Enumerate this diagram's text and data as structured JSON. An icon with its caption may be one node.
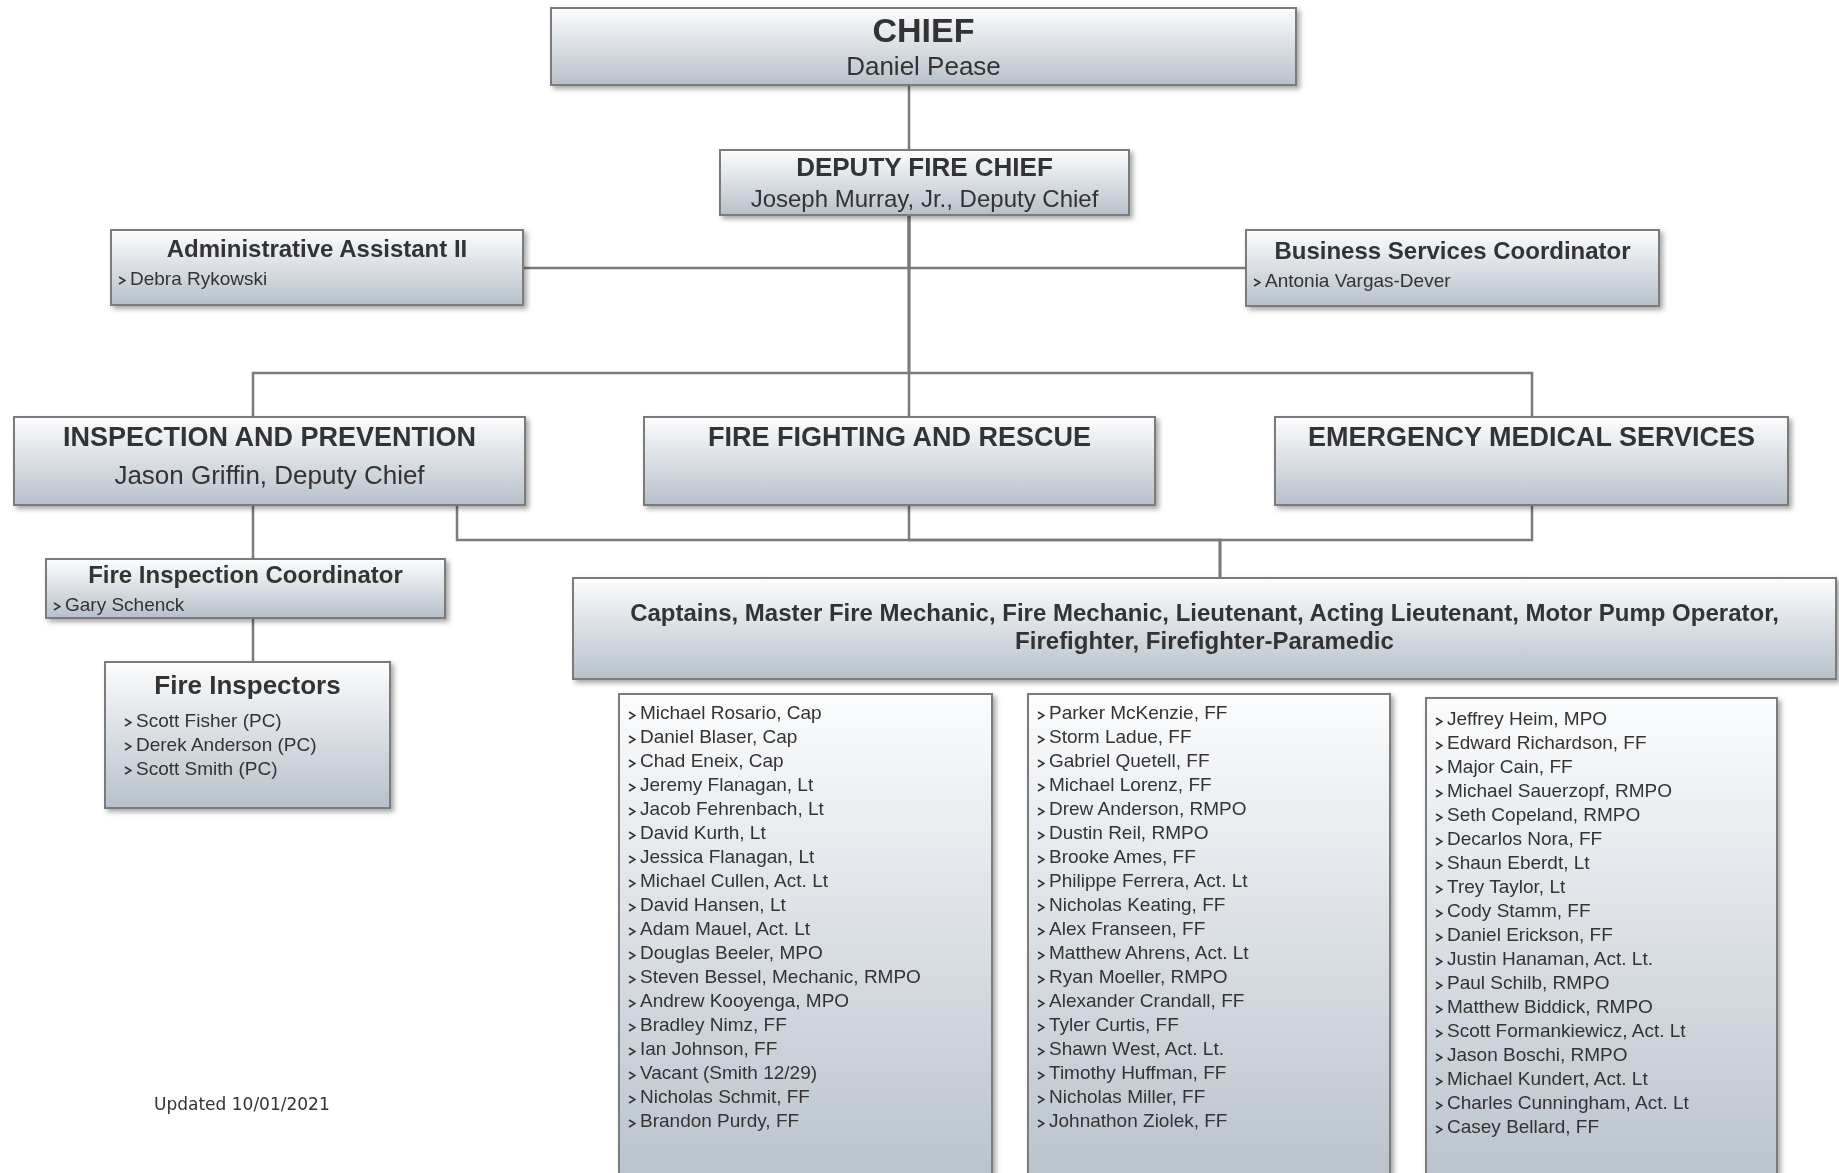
{
  "diagram": {
    "nodes": [
      {
        "text": [
          "CHIEF",
          "Daniel Pease"
        ]
      },
      {
        "text": [
          "DEPUTY FIRE CHIEF",
          "Joseph Murray, Jr., Deputy Chief"
        ]
      },
      {
        "text": [
          "Administrative Assistant II",
          "Debra Rykowski"
        ]
      },
      {
        "text": [
          "Business Services Coordinator",
          "Antonia Vargas-Dever"
        ]
      },
      {
        "text": [
          "INSPECTION AND PREVENTION",
          "Jason Griffin, Deputy Chief"
        ]
      },
      {
        "text": [
          "FIRE FIGHTING AND RESCUE"
        ]
      },
      {
        "text": [
          "EMERGENCY MEDICAL SERVICES"
        ]
      },
      {
        "text": [
          "Fire Inspection Coordinator",
          "Gary Schenck"
        ]
      },
      {
        "text": [
          "Fire Inspectors",
          "Scott Fisher (PC)",
          "Derek Anderson (PC)",
          "Scott Smith (PC)"
        ]
      },
      {
        "text": [
          "Captains, Master Fire Mechanic, Fire Mechanic, Lieutenant, Acting Lieutenant, Motor Pump Operator, Firefighter, Firefighter-Paramedic"
        ]
      },
      {
        "text": [
          "Michael Rosario, Cap",
          "Daniel Blaser, Cap",
          "Chad Eneix, Cap",
          "Jeremy Flanagan, Lt",
          "Jacob Fehrenbach, Lt",
          "David Kurth, Lt",
          "Jessica Flanagan, Lt",
          "Michael Cullen, Act. Lt",
          "David Hansen, Lt",
          "Adam Mauel, Act. Lt",
          "Douglas Beeler, MPO",
          "Steven Bessel, Mechanic, RMPO",
          "Andrew Kooyenga, MPO",
          "Bradley Nimz, FF",
          "Ian Johnson, FF",
          "Vacant (Smith 12/29)",
          "Nicholas Schmit, FF",
          "Brandon Purdy, FF"
        ]
      },
      {
        "text": [
          "Parker McKenzie, FF",
          "Storm Ladue, FF",
          "Gabriel Quetell, FF",
          "Michael Lorenz, FF",
          "Drew Anderson, RMPO",
          "Dustin Reil, RMPO",
          "Brooke Ames, FF",
          "Philippe Ferrera, Act. Lt",
          "Nicholas Keating, FF",
          "Alex Franseen, FF",
          "Matthew Ahrens, Act. Lt",
          "Ryan Moeller, RMPO",
          "Alexander Crandall, FF",
          "Tyler Curtis, FF",
          "Shawn West, Act. Lt.",
          "Timothy Huffman, FF",
          "Nicholas Miller, FF",
          "Johnathon Ziolek, FF"
        ]
      },
      {
        "text": [
          "Jeffrey Heim, MPO",
          "Edward Richardson, FF",
          "Major Cain, FF",
          "Michael Sauerzopf, RMPO",
          "Seth Copeland, RMPO",
          "Decarlos Nora, FF",
          "Shaun Eberdt, Lt",
          "Trey Taylor, Lt",
          "Cody Stamm, FF",
          "Daniel Erickson, FF",
          "Justin Hanaman, Act. Lt.",
          "Paul Schilb, RMPO",
          "Matthew Biddick, RMPO",
          "Scott Formankiewicz, Act. Lt",
          "Jason Boschi, RMPO",
          "Michael Kundert, Act. Lt",
          "Charles Cunningham, Act. Lt",
          "Casey Bellard, FF"
        ]
      }
    ],
    "edges": [
      {
        "from": 0,
        "to": 1,
        "arrow": "none"
      },
      {
        "from": 1,
        "to": 2,
        "arrow": "none"
      },
      {
        "from": 1,
        "to": 3,
        "arrow": "none"
      },
      {
        "from": 1,
        "to": 4,
        "arrow": "none"
      },
      {
        "from": 1,
        "to": 5,
        "arrow": "none"
      },
      {
        "from": 1,
        "to": 6,
        "arrow": "none"
      },
      {
        "from": 4,
        "to": 7,
        "arrow": "none"
      },
      {
        "from": 7,
        "to": 8,
        "arrow": "none"
      },
      {
        "from": 4,
        "to": 9,
        "arrow": "none"
      },
      {
        "from": 5,
        "to": 9,
        "arrow": "none"
      },
      {
        "from": 6,
        "to": 9,
        "arrow": "none"
      }
    ],
    "labels": [
      "Updated 10/01/2021"
    ]
  }
}
